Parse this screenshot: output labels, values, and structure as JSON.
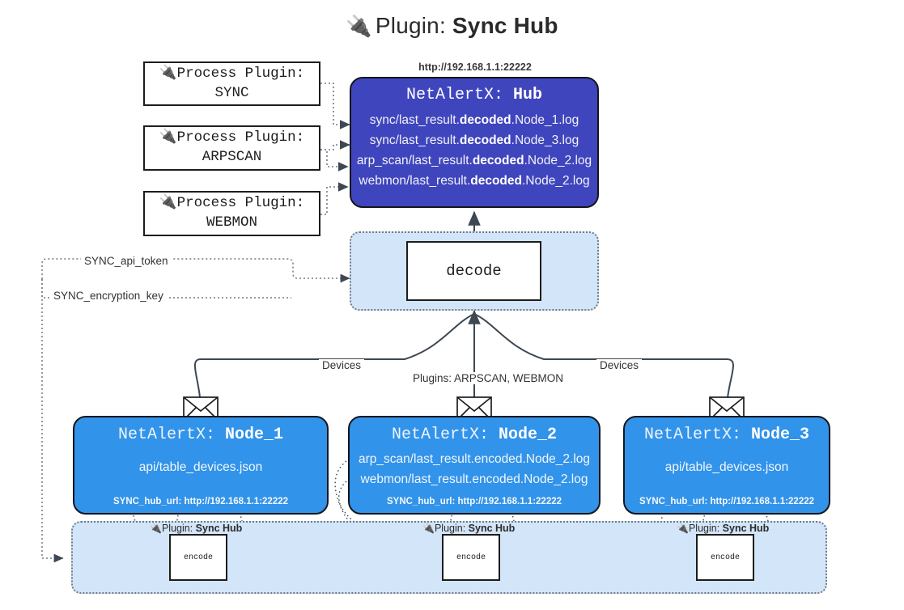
{
  "title": {
    "icon": "plug-icon",
    "prefix": "Plugin:",
    "name": "Sync Hub"
  },
  "process_plugins": [
    {
      "icon": "plug-icon",
      "line1": "Process Plugin:",
      "line2": "SYNC"
    },
    {
      "icon": "plug-icon",
      "line1": "Process Plugin:",
      "line2": "ARPSCAN"
    },
    {
      "icon": "plug-icon",
      "line1": "Process Plugin:",
      "line2": "WEBMON"
    }
  ],
  "hub": {
    "url": "http://192.168.1.1:22222",
    "title_prefix": "NetAlertX:",
    "title_name": "Hub",
    "lines": [
      {
        "pre": "sync/last_result.",
        "strong": "decoded",
        "post": ".Node_1.log"
      },
      {
        "pre": "sync/last_result.",
        "strong": "decoded",
        "post": ".Node_3.log"
      },
      {
        "pre": "arp_scan/last_result.",
        "strong": "decoded",
        "post": ".Node_2.log"
      },
      {
        "pre": "webmon/last_result.",
        "strong": "decoded",
        "post": ".Node_2.log"
      }
    ]
  },
  "decode": {
    "label": "decode"
  },
  "secrets": [
    {
      "label": "SYNC_api_token"
    },
    {
      "label": "SYNC_encryption_key"
    }
  ],
  "connector_labels": {
    "devices_left": "Devices",
    "devices_right": "Devices",
    "plugins_center": "Plugins: ARPSCAN, WEBMON"
  },
  "nodes": [
    {
      "title_prefix": "NetAlertX:",
      "title_name": "Node_1",
      "lines": [
        "api/table_devices.json"
      ],
      "foot": "SYNC_hub_url: http://192.168.1.1:22222",
      "mail_icon": "envelope-icon"
    },
    {
      "title_prefix": "NetAlertX:",
      "title_name": "Node_2",
      "lines": [
        "arp_scan/last_result.encoded.Node_2.log",
        "webmon/last_result.encoded.Node_2.log"
      ],
      "foot": "SYNC_hub_url: http://192.168.1.1:22222",
      "mail_icon": "envelope-icon"
    },
    {
      "title_prefix": "NetAlertX:",
      "title_name": "Node_3",
      "lines": [
        "api/table_devices.json"
      ],
      "foot": "SYNC_hub_url: http://192.168.1.1:22222",
      "mail_icon": "envelope-icon"
    }
  ],
  "encoders": [
    {
      "icon": "plug-icon",
      "label_prefix": "Plugin:",
      "label_name": "Sync Hub",
      "box": "encode"
    },
    {
      "icon": "plug-icon",
      "label_prefix": "Plugin:",
      "label_name": "Sync Hub",
      "box": "encode"
    },
    {
      "icon": "plug-icon",
      "label_prefix": "Plugin:",
      "label_name": "Sync Hub",
      "box": "encode"
    }
  ],
  "colors": {
    "hub": "#3f45bd",
    "node": "#3293ea",
    "cluster": "#d3e5f8",
    "stroke": "#15161c",
    "dotted": "#6f7b8a"
  }
}
